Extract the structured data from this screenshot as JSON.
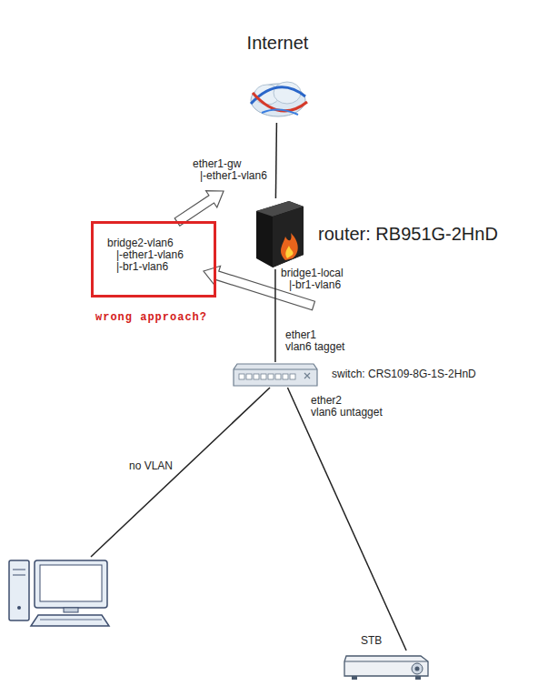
{
  "diagram": {
    "nodes": [
      {
        "text": [
          "Internet"
        ]
      },
      {
        "text": [
          "router: RB951G-2HnD"
        ]
      },
      {
        "text": [
          "bridge2-vlan6 |-ether1-vlan6 |-br1-vlan6"
        ]
      },
      {
        "text": [
          "switch: CRS109-8G-1S-2HnD"
        ]
      },
      {
        "text": [
          "STB"
        ]
      }
    ],
    "edges": [
      {
        "from": 0,
        "to": 1,
        "arrow": "none"
      },
      {
        "from": 1,
        "to": 3,
        "label": "ether1 vlan6 tagget",
        "arrow": "none"
      },
      {
        "from": 3,
        "to": 4,
        "label": "ether2 vlan6 untagget",
        "arrow": "none"
      }
    ],
    "labels": [
      "ether1-gw |-ether1-vlan6",
      "bridge1-local |-br1-vlan6",
      "wrong approach?",
      "no VLAN"
    ]
  }
}
